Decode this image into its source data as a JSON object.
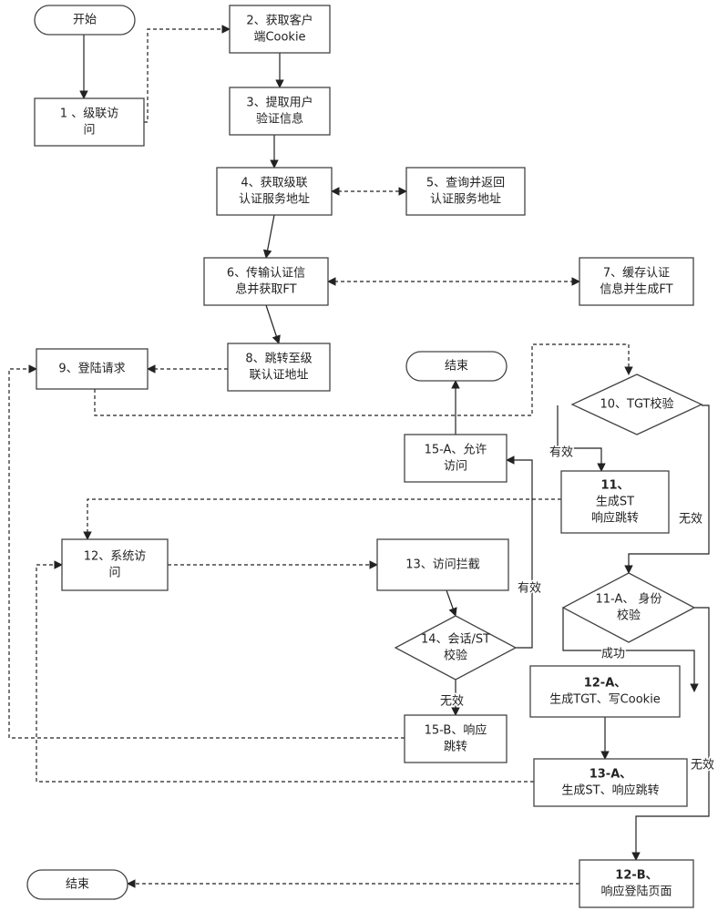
{
  "nodes": {
    "start": [
      "开始"
    ],
    "n1": [
      "1 、级联访",
      "问"
    ],
    "n2": [
      "2、获取客户",
      "端Cookie"
    ],
    "n3": [
      "3、提取用户",
      "验证信息"
    ],
    "n4": [
      "4、获取级联",
      "认证服务地址"
    ],
    "n5": [
      "5、查询并返回",
      "认证服务地址"
    ],
    "n6": [
      "6、传输认证信",
      "息并获取FT"
    ],
    "n7": [
      "7、缓存认证",
      "信息并生成FT"
    ],
    "n8": [
      "8、跳转至级",
      "联认证地址"
    ],
    "n9": [
      "9、登陆请求"
    ],
    "end1": [
      "结束"
    ],
    "n10": [
      "10、TGT校验"
    ],
    "n15a": [
      "15-A、允许",
      "访问"
    ],
    "n11": [
      "11、",
      "生成ST",
      "响应跳转"
    ],
    "n12": [
      "12、系统访",
      "问"
    ],
    "n13": [
      "13、访问拦截"
    ],
    "n11a": [
      "11-A、 身份",
      "校验"
    ],
    "n14": [
      "14、会话/ST",
      "校验"
    ],
    "n12a": [
      "12-A、",
      "生成TGT、写Cookie"
    ],
    "n15b": [
      "15-B、响应",
      "跳转"
    ],
    "n13a": [
      "13-A、",
      "生成ST、响应跳转"
    ],
    "n12b": [
      "12-B、",
      "响应登陆页面"
    ],
    "end2": [
      "结束"
    ]
  },
  "edge_labels": {
    "valid_10": "有效",
    "invalid_10": "无效",
    "valid_14": "有效",
    "invalid_14": "无效",
    "success_11a": "成功",
    "invalid_11a": "无效"
  }
}
